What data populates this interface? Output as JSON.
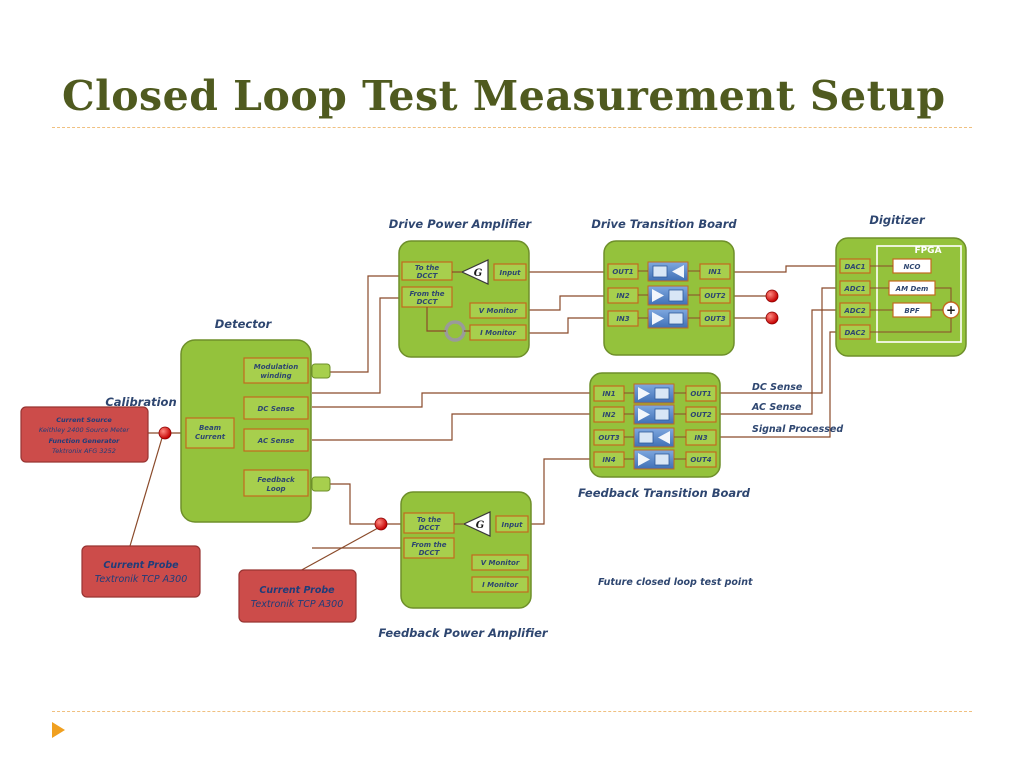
{
  "slide": {
    "title": "Closed Loop Test Measurement Setup"
  },
  "blocks": {
    "drive_power_amplifier": {
      "heading": "Drive Power Amplifier",
      "gain": "G",
      "ports": [
        "To the",
        "DCCT",
        "From the",
        "DCCT",
        "Input",
        "V Monitor",
        "I Monitor"
      ]
    },
    "drive_transition_board": {
      "heading": "Drive Transition Board",
      "ports": [
        "OUT1",
        "IN1",
        "IN2",
        "OUT2",
        "IN3",
        "OUT3"
      ]
    },
    "digitizer": {
      "heading": "Digitizer",
      "fpga_label": "FPGA",
      "ports": [
        "DAC1",
        "ADC1",
        "ADC2",
        "DAC2"
      ],
      "functions": [
        "NCO",
        "AM Dem",
        "BPF"
      ],
      "sum_symbol": "+"
    },
    "detector": {
      "heading": "Detector",
      "ports": [
        "Modulation",
        "winding",
        "Beam",
        "Current",
        "DC Sense",
        "AC Sense",
        "Feedback",
        "Loop"
      ]
    },
    "calibration": {
      "heading": "Calibration"
    },
    "feedback_transition_board": {
      "heading": "Feedback Transition Board",
      "ports": [
        "IN1",
        "OUT1",
        "IN2",
        "OUT2",
        "OUT3",
        "IN3",
        "IN4",
        "OUT4"
      ]
    },
    "feedback_power_amplifier": {
      "heading": "Feedback Power Amplifier",
      "gain": "G",
      "ports": [
        "To the",
        "DCCT",
        "From the",
        "DCCT",
        "Input",
        "V Monitor",
        "I Monitor"
      ]
    }
  },
  "instruments": {
    "current_source": [
      "Current Source",
      "Keithley 2400 Source Meter",
      "Function Generator",
      "Tektronix AFG 3252"
    ],
    "current_probe_1": [
      "Current Probe",
      "Textronik TCP A300"
    ],
    "current_probe_2": [
      "Current Probe",
      "Textronik TCP A300"
    ]
  },
  "signals": {
    "dc_sense": "DC Sense",
    "ac_sense": "AC Sense",
    "signal_processed": "Signal Processed",
    "future_point": "Future closed loop test point"
  },
  "colors": {
    "title": "#4f5a1f",
    "block_green": "#94c23c",
    "port_border": "#c36a1e",
    "instrument_red": "#cc4c4a",
    "text_blue": "#2e4670",
    "accent_orange": "#f0a020"
  }
}
